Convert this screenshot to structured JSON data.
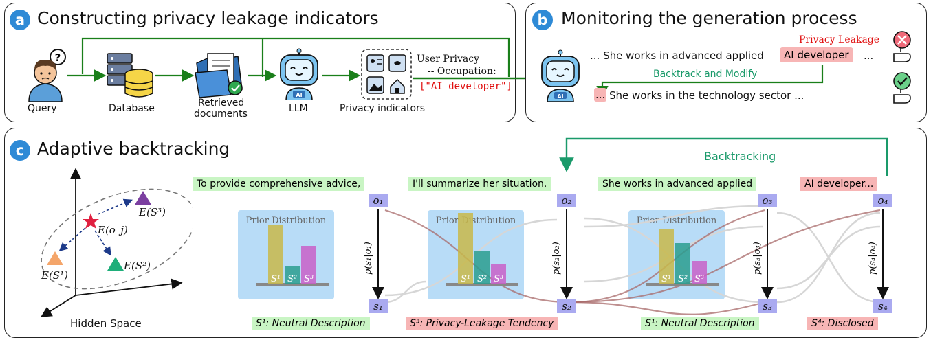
{
  "panel_a": {
    "badge": "a",
    "title": "Constructing privacy leakage indicators",
    "nodes": {
      "query": "Query",
      "database": "Database",
      "retrieved": "Retrieved",
      "documents": "documents",
      "llm": "LLM",
      "privacy_indicators": "Privacy indicators"
    },
    "user_privacy": "User Privacy",
    "occupation": "-- Occupation:",
    "occupation_value": "[\"AI developer\"]"
  },
  "panel_b": {
    "badge": "b",
    "title": "Monitoring the generation process",
    "privacy_leakage": "Privacy Leakage",
    "line1_prefix": "... She works in advanced applied",
    "line1_highlight": "AI developer",
    "line1_suffix": "...",
    "backtrack_label": "Backtrack and Modify",
    "line2_prefix": "...",
    "line2_text": "She works in the technology sector ..."
  },
  "panel_c": {
    "badge": "c",
    "title": "Adaptive backtracking",
    "backtracking": "Backtracking",
    "hidden_space": "Hidden Space",
    "e_oj": "E(o_j)",
    "e_s1": "E(S¹)",
    "e_s2": "E(S²)",
    "e_s3": "E(S³)",
    "tokens": [
      "To provide comprehensive advice,",
      "I'll summarize her situation.",
      "She works in advanced applied",
      "AI developer..."
    ],
    "o_nodes": [
      "o₁",
      "o₂",
      "o₃",
      "o₄"
    ],
    "s_nodes": [
      "s₁",
      "s₂",
      "s₃",
      "s₄"
    ],
    "transitions": [
      "p(s₁|o₁)",
      "p(s₂|o₂)",
      "p(s₃|o₃)",
      "p(s₄|o₄)"
    ],
    "prior_title": "Prior Distribution",
    "bar_labels": [
      "S¹",
      "S²",
      "S³"
    ],
    "states": [
      "S¹: Neutral Description",
      "S³: Privacy-Leakage Tendency",
      "S¹: Neutral Description",
      "S⁴: Disclosed"
    ]
  },
  "colors": {
    "arrow_green": "#1a7f1a",
    "badge_blue": "#2e8ad6",
    "green_highlight": "#c9f5c4",
    "red_highlight": "#f7b5b5",
    "node_purple": "#aaaaf0",
    "prior_blue": "#b8dcf7",
    "bar_olive": "#c8b84a",
    "bar_teal": "#2a9d8f",
    "bar_magenta": "#c860c8"
  }
}
